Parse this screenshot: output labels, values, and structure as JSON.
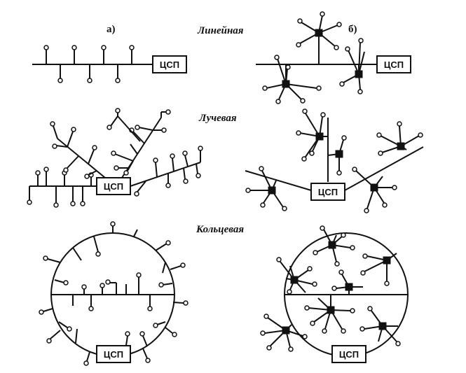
{
  "labels": {
    "a": "а)",
    "b": "б)",
    "linear": "Линейная",
    "radial": "Лучевая",
    "ring": "Кольцевая",
    "center": "ЦСП"
  }
}
